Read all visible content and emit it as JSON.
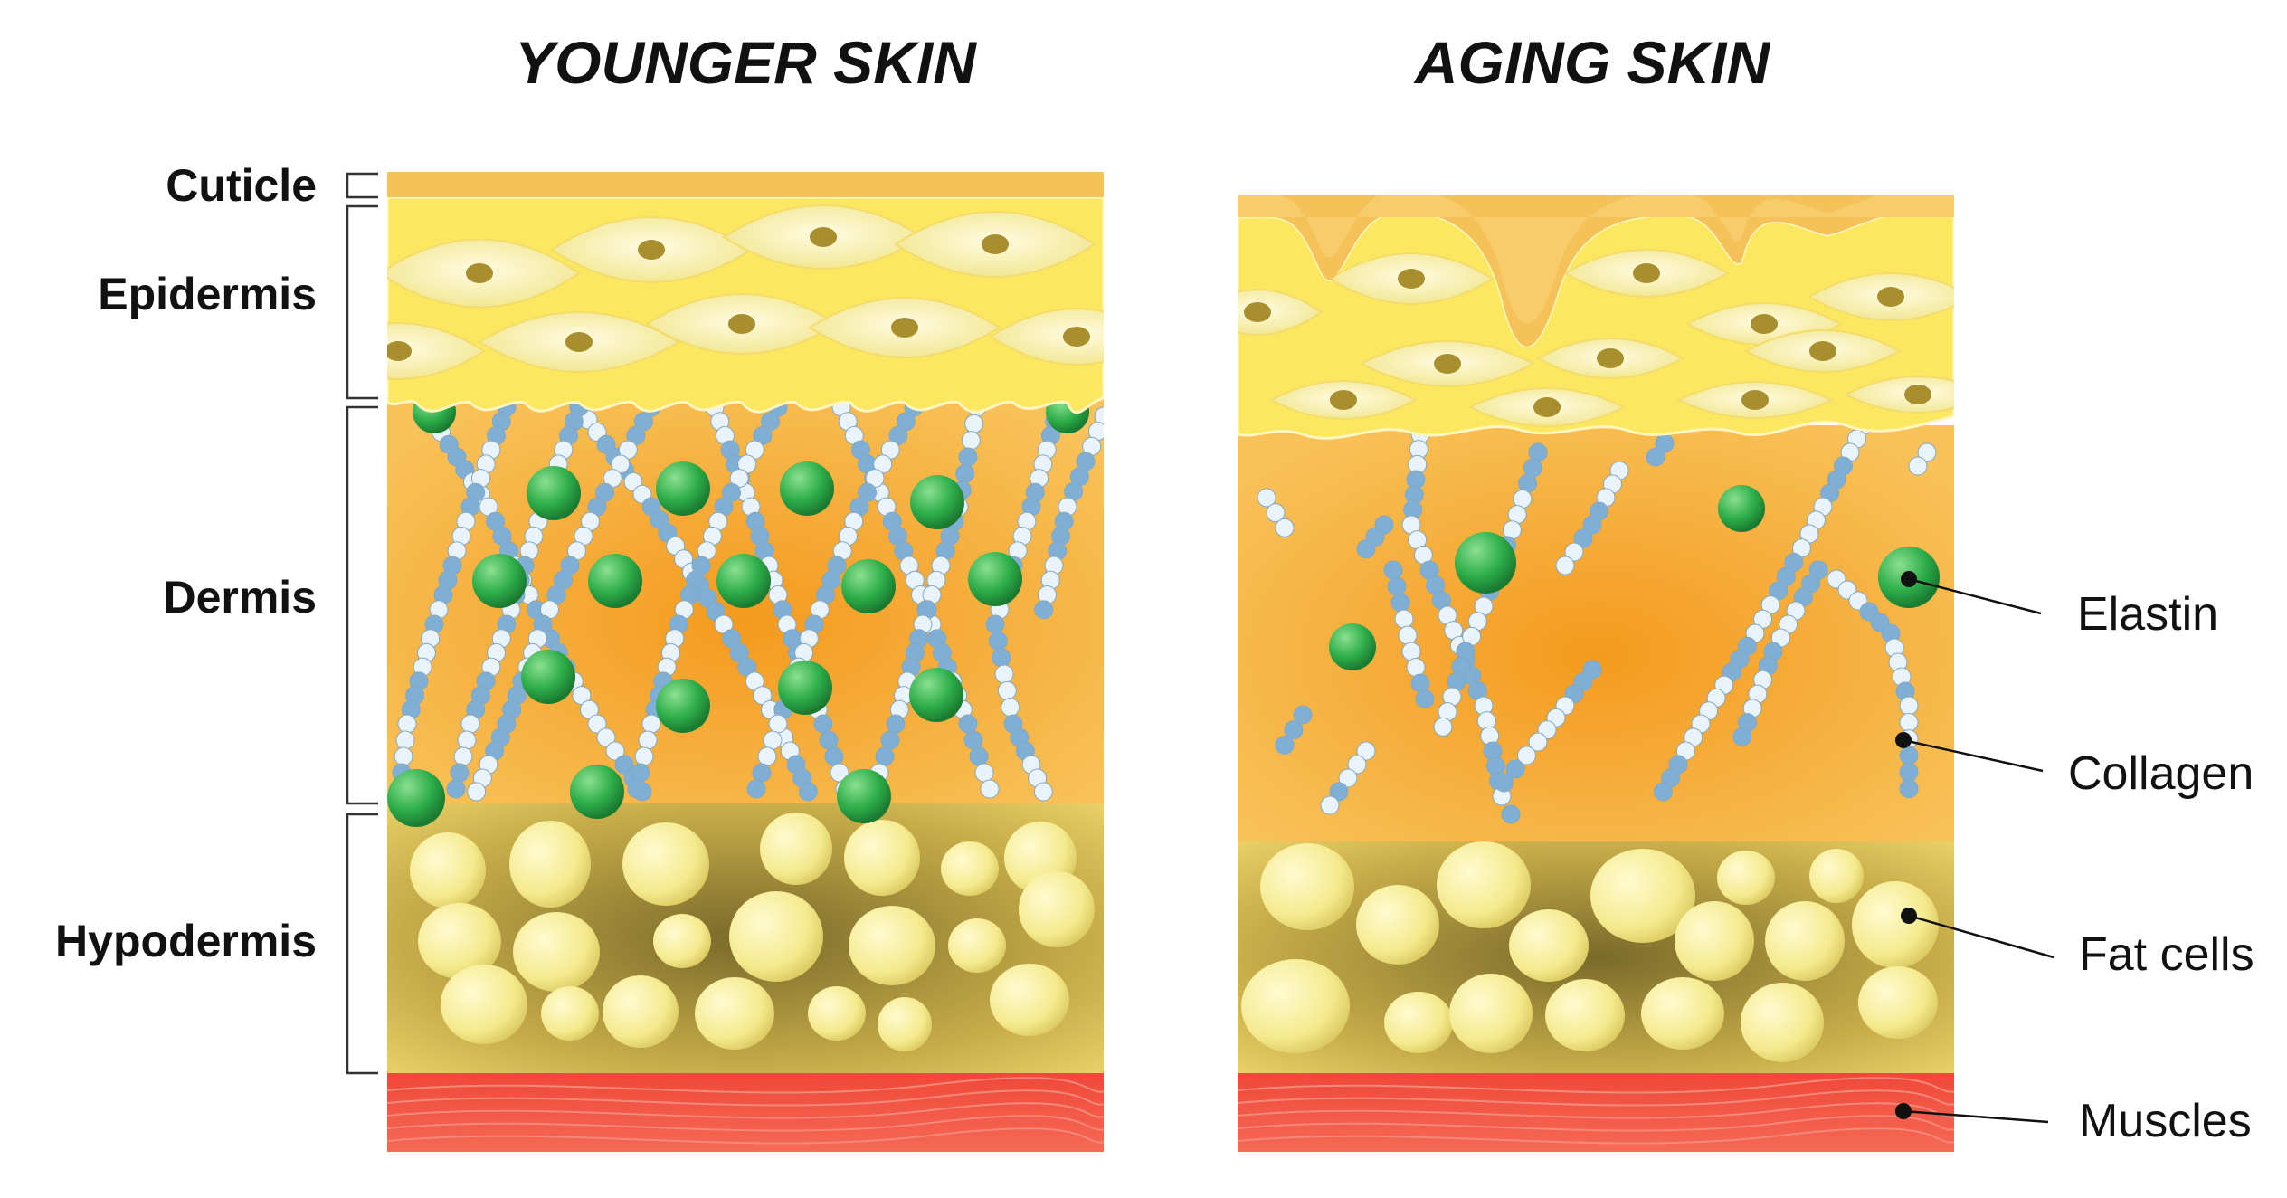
{
  "titles": {
    "younger": "YOUNGER SKIN",
    "aging": "AGING SKIN"
  },
  "layers": {
    "cuticle": "Cuticle",
    "epidermis": "Epidermis",
    "dermis": "Dermis",
    "hypodermis": "Hypodermis"
  },
  "components": {
    "elastin": "Elastin",
    "collagen": "Collagen",
    "fat_cells": "Fat cells",
    "muscles": "Muscles"
  },
  "colors": {
    "cuticle": "#F5C25A",
    "epidermis": "#FCE860",
    "dermis": "#F6A83A",
    "hypodermis": "#E8C85A",
    "fat_cell": "#F7EE9C",
    "muscle": "#F25A4A",
    "elastin": "#2EAE4A",
    "collagen": "#BFD9EC"
  }
}
